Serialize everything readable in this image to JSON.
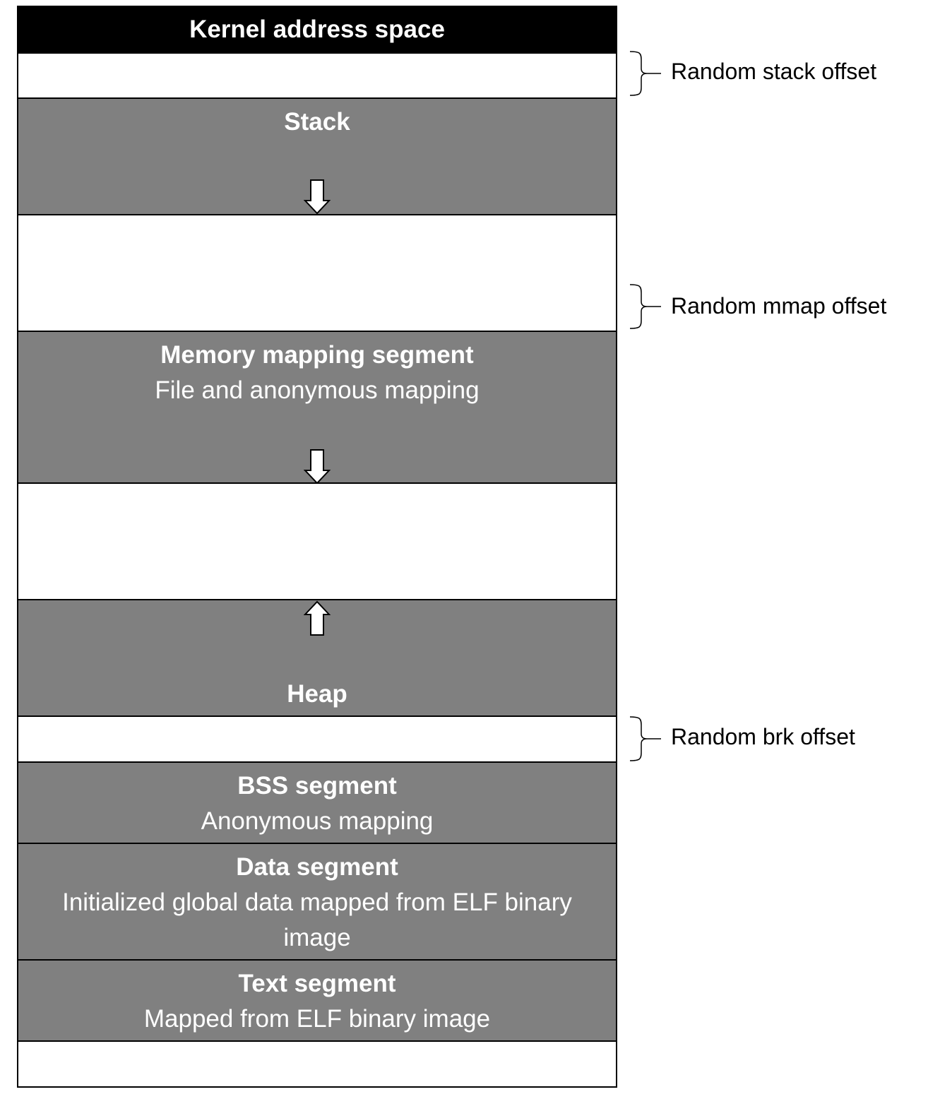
{
  "segments": {
    "kernel": {
      "title": "Kernel address space"
    },
    "stack": {
      "title": "Stack"
    },
    "mmap": {
      "title": "Memory mapping segment",
      "subtitle": "File and anonymous mapping"
    },
    "heap": {
      "title": "Heap"
    },
    "bss": {
      "title": "BSS segment",
      "subtitle": "Anonymous mapping"
    },
    "data": {
      "title": "Data segment",
      "subtitle": "Initialized global data mapped from ELF binary image"
    },
    "text": {
      "title": "Text segment",
      "subtitle": "Mapped from ELF binary image"
    }
  },
  "annotations": {
    "stack_offset": "Random stack offset",
    "mmap_offset": "Random mmap offset",
    "brk_offset": "Random brk offset"
  },
  "colors": {
    "segment_fill": "#808080",
    "kernel_fill": "#000000",
    "gap_fill": "#ffffff"
  },
  "icons": {
    "grow_down": "arrow-down-icon",
    "grow_up": "arrow-up-icon",
    "offset_brace": "curly-brace-icon"
  }
}
